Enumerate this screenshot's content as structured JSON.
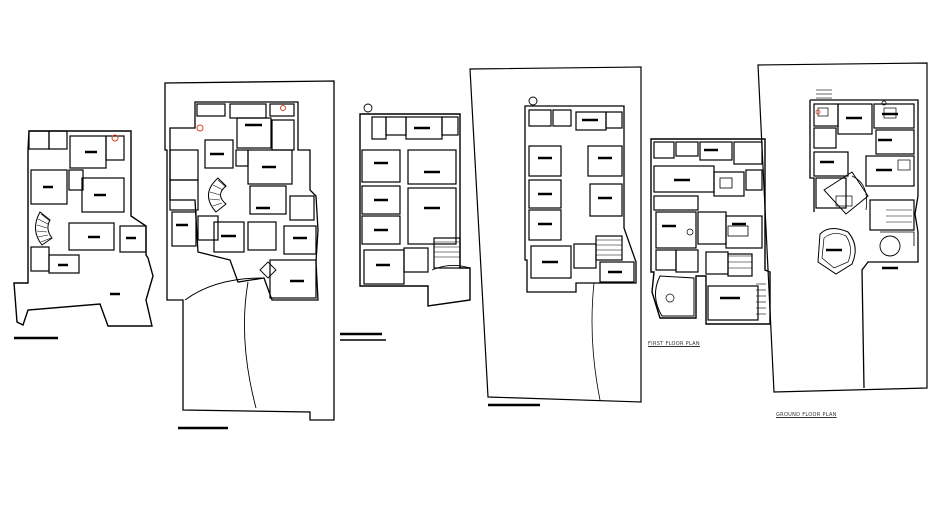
{
  "drawing": {
    "plans": [
      {
        "id": "plan-1",
        "label": ""
      },
      {
        "id": "plan-2",
        "label": ""
      },
      {
        "id": "plan-3",
        "label": ""
      },
      {
        "id": "plan-4",
        "label": ""
      },
      {
        "id": "plan-5",
        "label": "FIRST FLOOR PLAN"
      },
      {
        "id": "plan-6",
        "label": "GROUND FLOOR PLAN"
      }
    ],
    "colors": {
      "line": "#000000",
      "background": "#ffffff",
      "accent": "#e04020"
    }
  }
}
